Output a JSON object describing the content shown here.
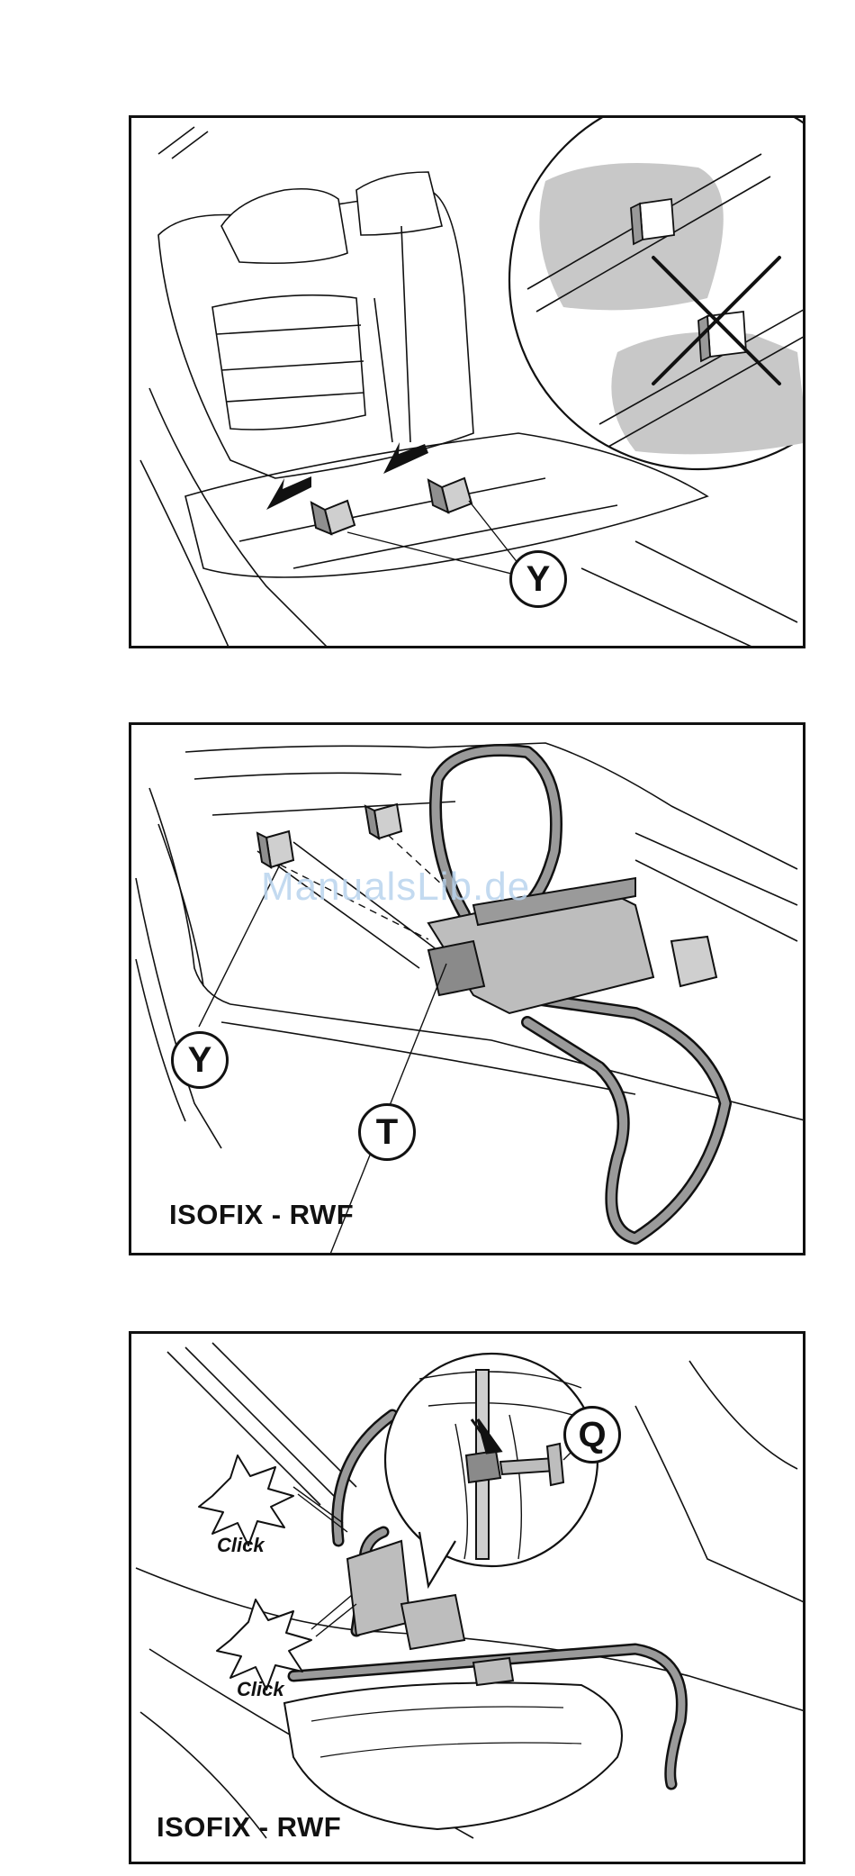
{
  "panels": [
    {
      "callouts": [
        "Y"
      ]
    },
    {
      "callouts": [
        "Y",
        "T"
      ],
      "caption": "ISOFIX - RWF"
    },
    {
      "callouts": [
        "Q"
      ],
      "caption": "ISOFIX - RWF",
      "click_labels": [
        "Click",
        "Click"
      ]
    }
  ],
  "watermark": "ManualsLib.de",
  "colors": {
    "line": "#111111",
    "shade": "#c8c8c8",
    "frame": "#9a9a9a"
  }
}
